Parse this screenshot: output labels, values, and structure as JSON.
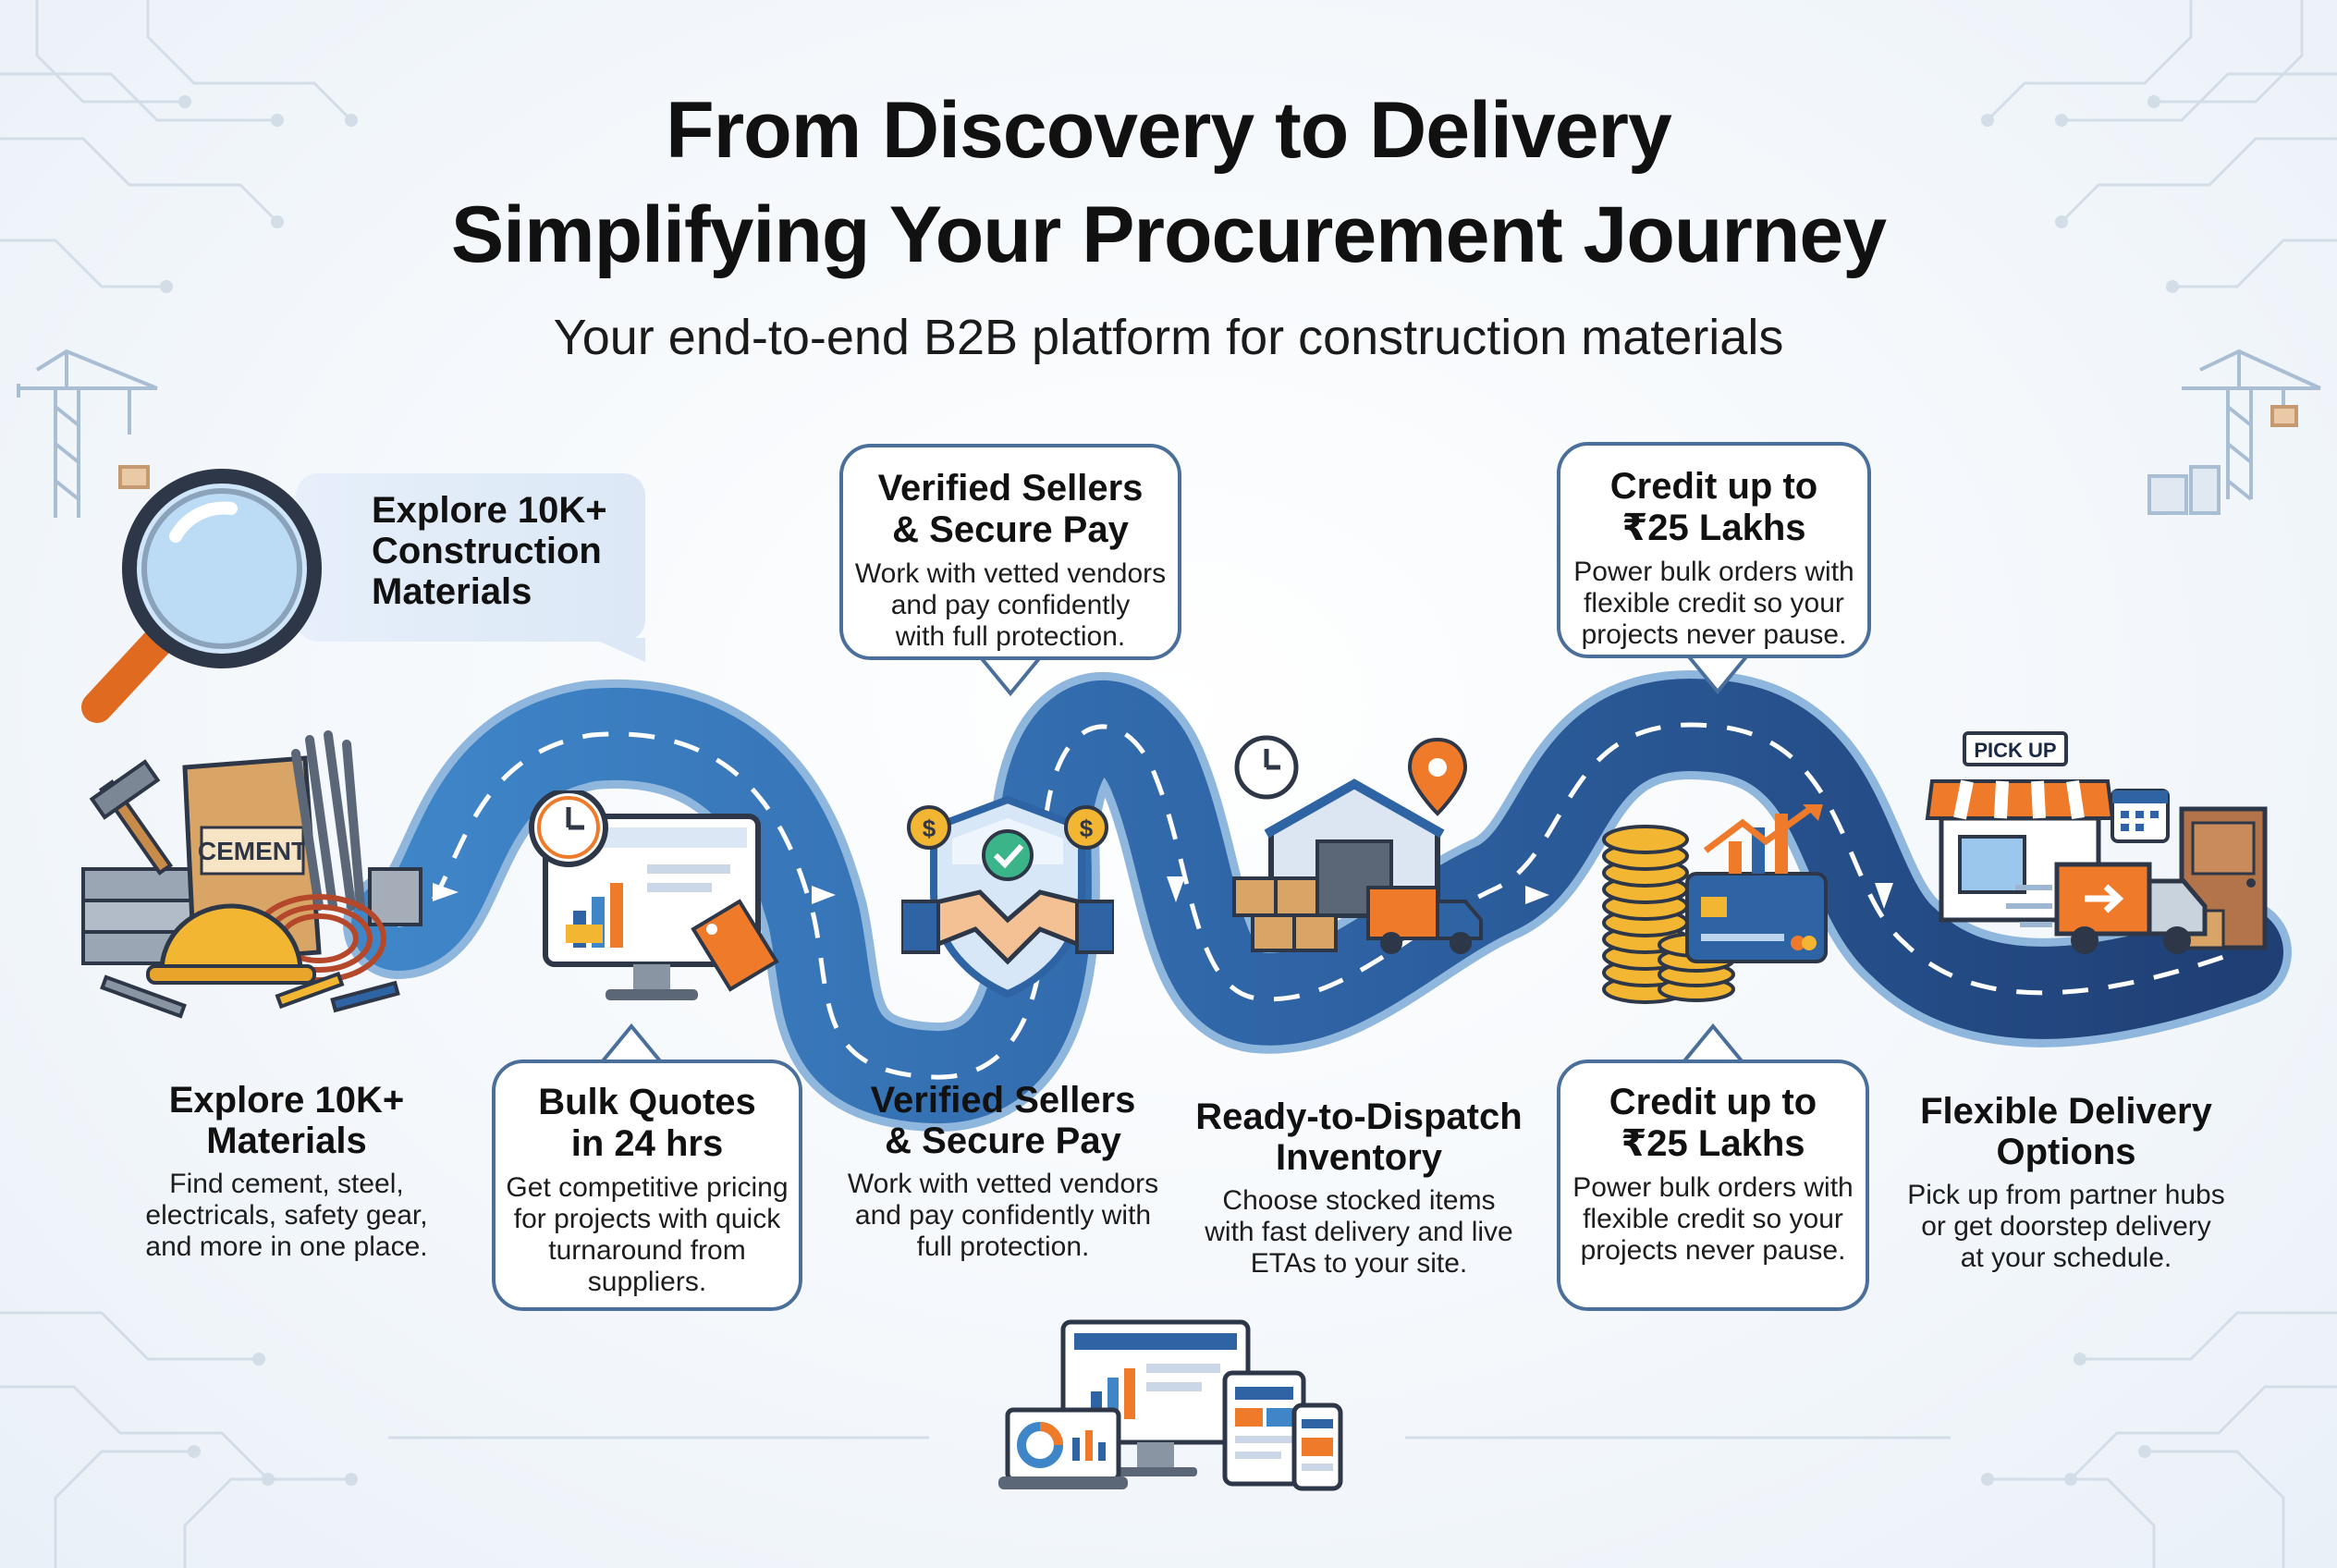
{
  "header": {
    "title_line1": "From Discovery to Delivery",
    "title_line2": "Simplifying Your Procurement Journey",
    "subtitle": "Your end-to-end B2B platform for construction materials"
  },
  "explore_callout": {
    "line1": "Explore 10K+",
    "line2": "Construction",
    "line3": "Materials"
  },
  "top_callouts": [
    {
      "line1": "Verified Sellers",
      "line2": "& Secure Pay",
      "body1": "Work with vetted vendors",
      "body2": "and pay confidently",
      "body3": "with full protection."
    },
    {
      "line1": "Credit up to",
      "line2": "₹25 Lakhs",
      "body1": "Power bulk orders with",
      "body2": "flexible credit so your",
      "body3": "projects never pause."
    }
  ],
  "steps": [
    {
      "line1": "Explore 10K+",
      "line2": "Materials",
      "body1": "Find cement, steel,",
      "body2": "electricals, safety gear,",
      "body3": "and more in one place."
    },
    {
      "line1": "Bulk Quotes",
      "line2": "in 24 hrs",
      "body1": "Get competitive pricing",
      "body2": "for projects with quick",
      "body3": "turnaround from",
      "body4": "suppliers."
    },
    {
      "line1": "Verified Sellers",
      "line2": "& Secure Pay",
      "body1": "Work with vetted vendors",
      "body2": "and pay confidently with",
      "body3": "full protection."
    },
    {
      "line1": "Ready-to-Dispatch",
      "line2": "Inventory",
      "body1": "Choose stocked items",
      "body2": "with fast delivery and live",
      "body3": "ETAs to your site."
    },
    {
      "line1": "Credit up to",
      "line2": "₹25 Lakhs",
      "body1": "Power bulk orders with",
      "body2": "flexible credit so your",
      "body3": "projects never pause."
    },
    {
      "line1": "Flexible Delivery",
      "line2": "Options",
      "body1": "Pick up from partner hubs",
      "body2": "or get doorstep delivery",
      "body3": "at your schedule."
    }
  ],
  "illustration_labels": {
    "cement_bag": "CEMENT",
    "pickup_sign": "PICK UP"
  },
  "colors": {
    "road_light": "#3f86c9",
    "road_dark": "#1f3f75",
    "callout_border": "#4a6f9a",
    "accent_orange": "#ee7a2a",
    "accent_yellow": "#f2b632"
  },
  "icons": [
    "magnifier-icon",
    "construction-materials-icon",
    "quote-monitor-icon",
    "clock-icon",
    "price-tag-icon",
    "shield-check-icon",
    "handshake-icon",
    "coin-icon",
    "warehouse-icon",
    "location-pin-icon",
    "delivery-truck-icon",
    "coin-stack-icon",
    "credit-card-icon",
    "growth-chart-icon",
    "pickup-store-icon",
    "calendar-icon",
    "door-icon",
    "devices-icon",
    "crane-icon"
  ]
}
